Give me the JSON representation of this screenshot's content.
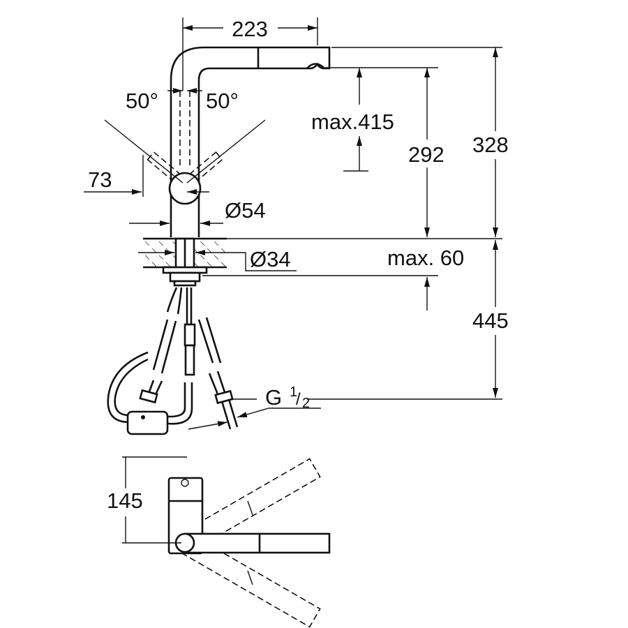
{
  "dimensions": {
    "spout_reach": "223",
    "angle_left": "50°",
    "angle_right": "50°",
    "max_pullout": "max.415",
    "spout_height": "292",
    "total_height": "328",
    "handle_offset": "73",
    "body_diameter": "Ø54",
    "hole_diameter": "Ø34",
    "max_counter": "max. 60",
    "hose_length": "445",
    "thread_g": "G",
    "thread_num": "1",
    "thread_den": "2",
    "swivel_depth": "145"
  }
}
